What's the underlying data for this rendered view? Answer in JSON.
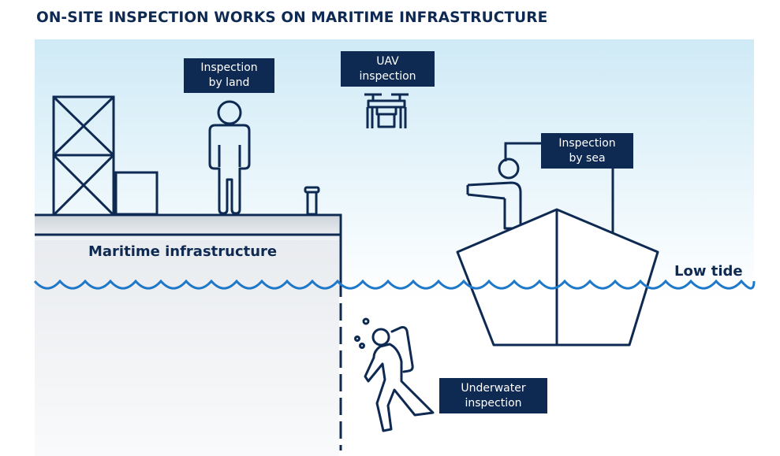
{
  "title": "ON-SITE INSPECTION WORKS ON MARITIME INFRASTRUCTURE",
  "labels": {
    "land": [
      "Inspection",
      "by land"
    ],
    "uav": [
      "UAV",
      "inspection"
    ],
    "sea": [
      "Inspection",
      "by sea"
    ],
    "underwater": [
      "Underwater",
      "inspection"
    ]
  },
  "infrastructure_label": "Maritime infrastructure",
  "tide_label": "Low tide",
  "colors": {
    "navy": "#0e2a52",
    "sky_top": "#cfeaf6",
    "water_line": "#1f78c8",
    "dock": "#d0d5dc",
    "underwater": "#eef0f3"
  }
}
